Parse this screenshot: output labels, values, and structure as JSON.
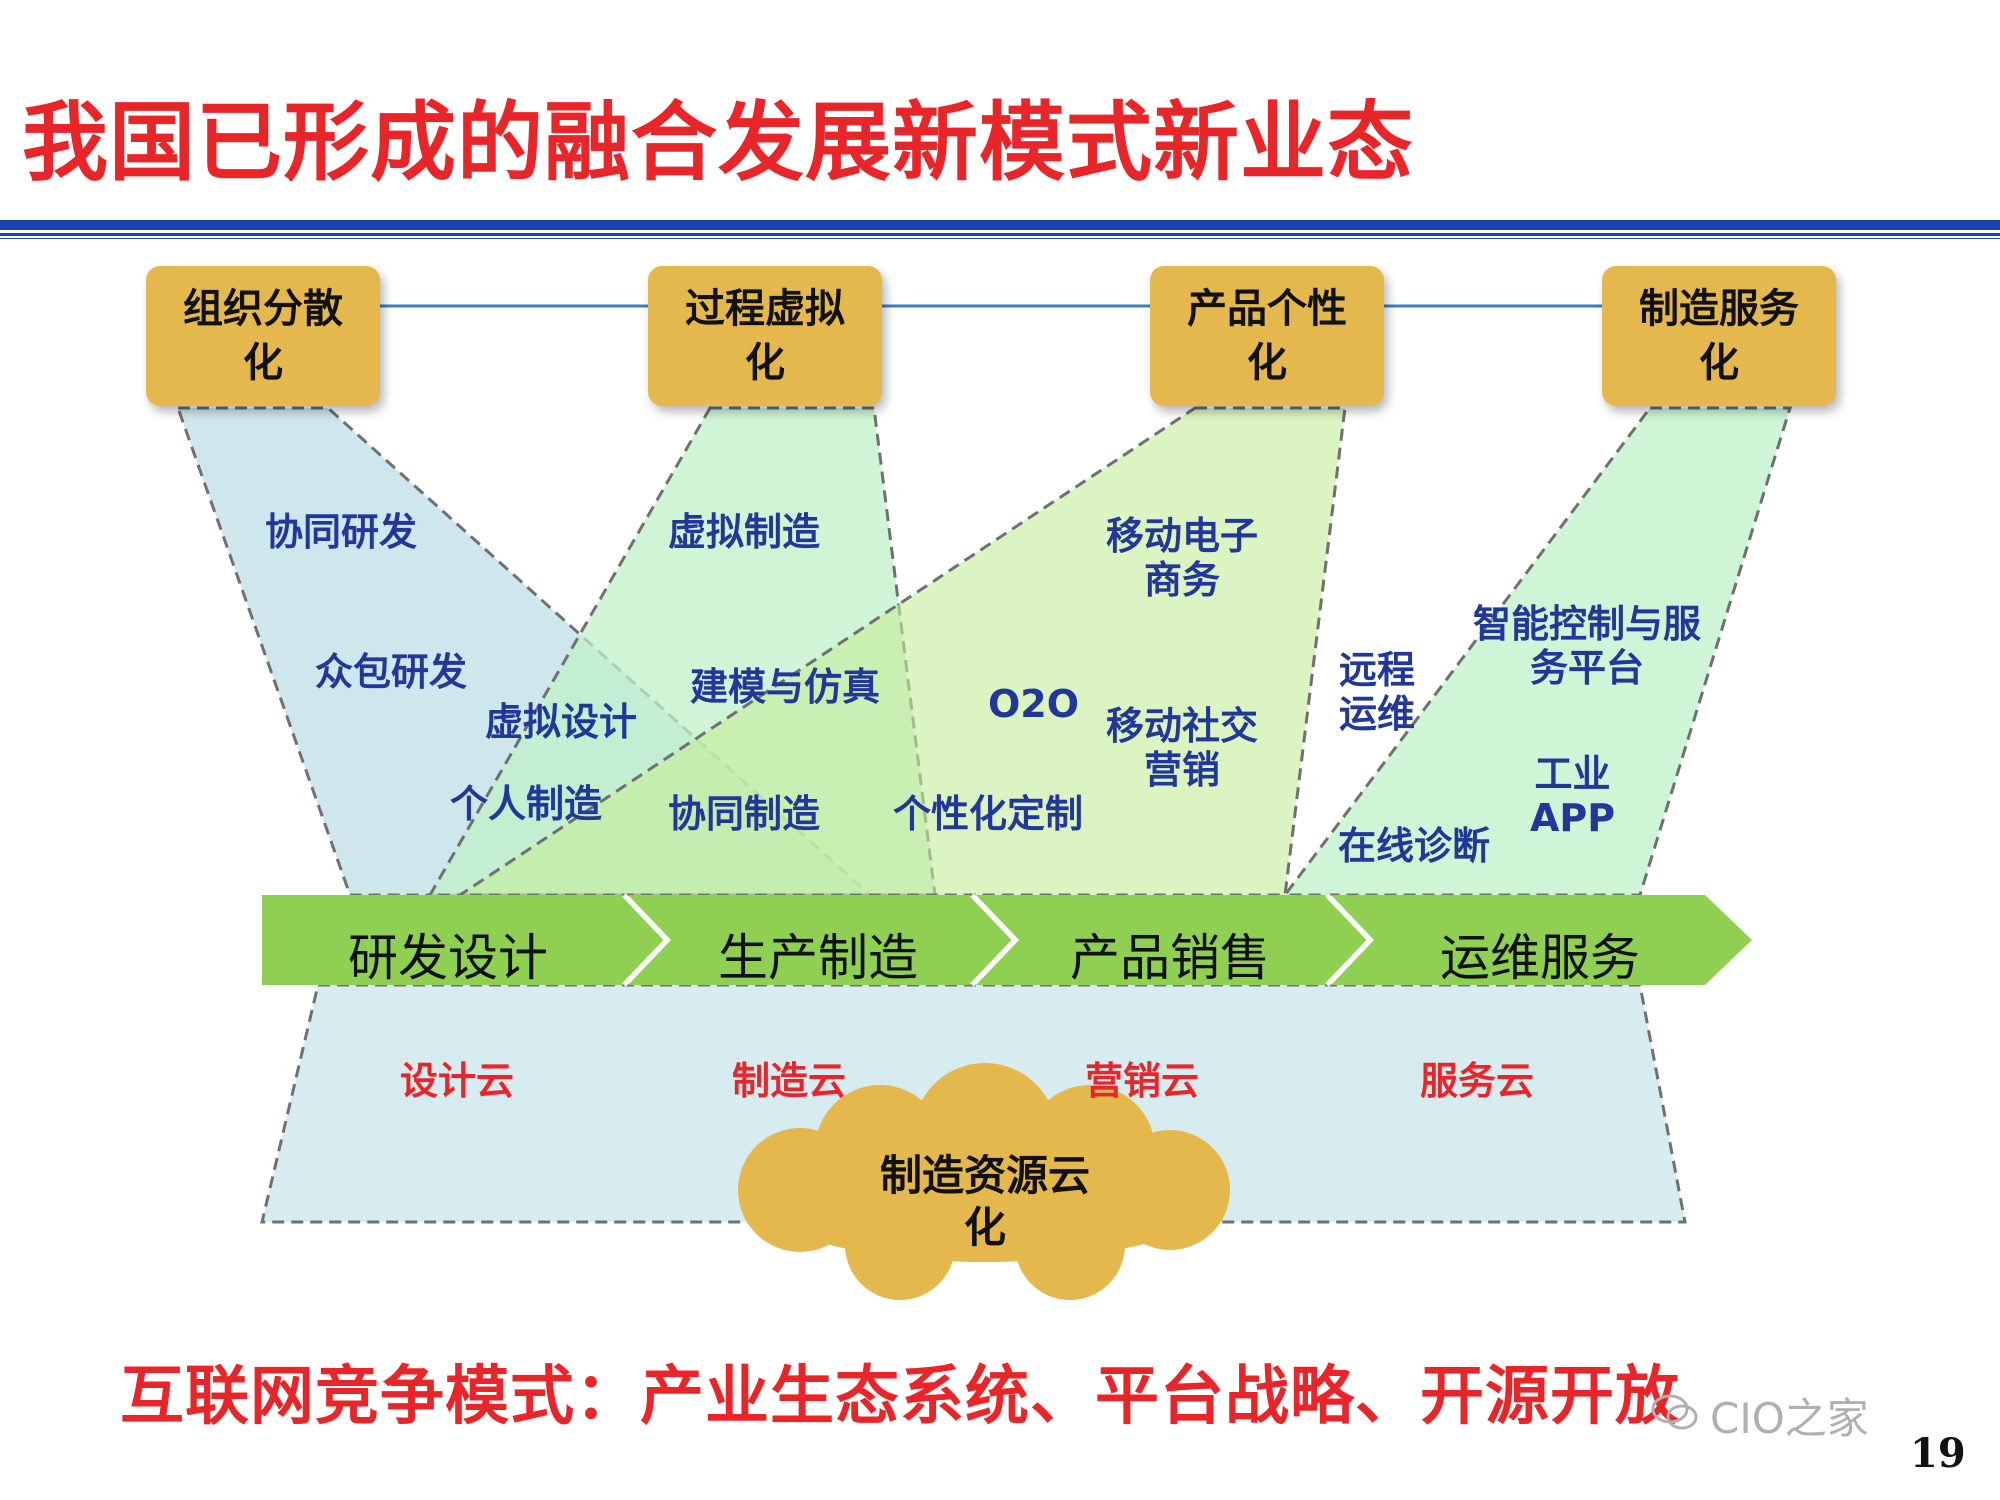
{
  "title": "我国已形成的融合发展新模式新业态",
  "top_boxes": [
    "组织分散化",
    "过程虚拟化",
    "产品个性化",
    "制造服务化"
  ],
  "labels": {
    "xietong_yanfa": "协同研发",
    "zhongbao_yanfa": "众包研发",
    "xuni_sheji": "虚拟设计",
    "geren_zhizao": "个人制造",
    "xuni_zhizao": "虚拟制造",
    "jianmo_fangzhen": "建模与仿真",
    "xietong_zhizao": "协同制造",
    "gexinghua_dingzhi": "个性化定制",
    "o2o": "O2O",
    "yidong_dianzi_l1": "移动电子",
    "yidong_dianzi_l2": "商务",
    "yidong_shejiao_l1": "移动社交",
    "yidong_shejiao_l2": "营销",
    "yuancheng_l1": "远程",
    "yuancheng_l2": "运维",
    "zhineng_l1": "智能控制与服",
    "zhineng_l2": "务平台",
    "gongye_l1": "工业",
    "gongye_l2": "APP",
    "zaixian_zhenduan": "在线诊断"
  },
  "stages": [
    "研发设计",
    "生产制造",
    "产品销售",
    "运维服务"
  ],
  "clouds": [
    "设计云",
    "制造云",
    "营销云",
    "服务云"
  ],
  "resource_cloud": "制造资源云化",
  "bottom_text": "互联网竞争模式：产业生态系统、平台战略、开源开放",
  "watermark": "CIO之家",
  "page_number": "19",
  "colors": {
    "title_red": "#e8262a",
    "rule_blue": "#1f3fb0",
    "box_gold": "#e4b84c",
    "label_blue": "#22379a",
    "arrow_green": "#8fcf52",
    "trap_blue": "#c9e4ea",
    "trap_green": "#bff0c8",
    "cloud_base": "#d6ecf0"
  }
}
